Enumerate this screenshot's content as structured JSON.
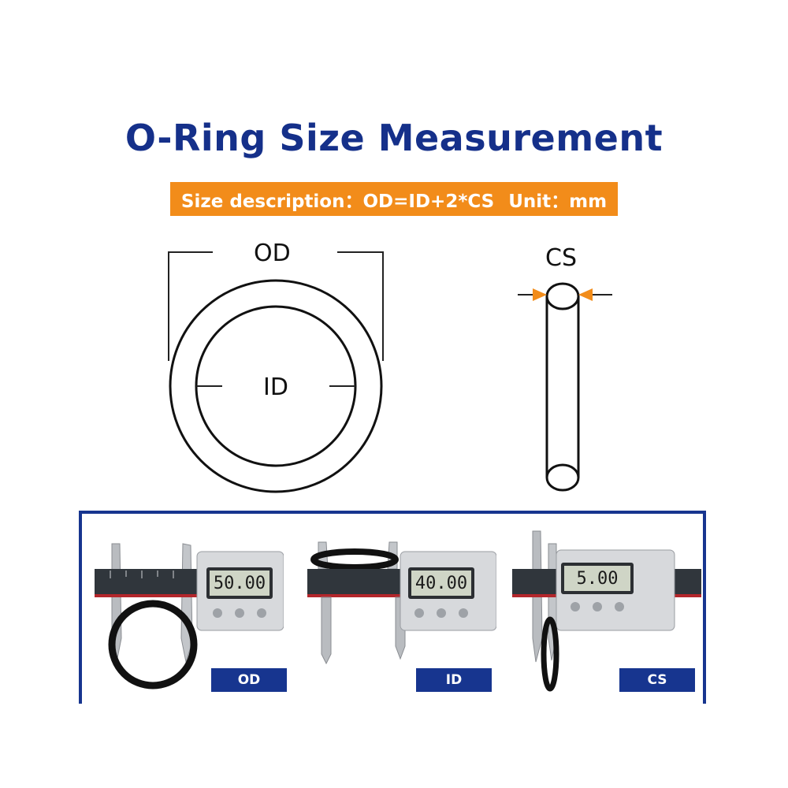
{
  "title": "O-Ring Size Measurement",
  "banner": {
    "formula": "Size description：OD=ID+2*CS",
    "unit": "Unit：mm"
  },
  "diagram": {
    "od_label": "OD",
    "id_label": "ID",
    "cs_label": "CS"
  },
  "photos": [
    {
      "reading": "50.00",
      "tag": "OD"
    },
    {
      "reading": "40.00",
      "tag": "ID"
    },
    {
      "reading": "5.00",
      "tag": "CS"
    }
  ],
  "colors": {
    "title": "#15308a",
    "banner": "#f28c1a",
    "frame": "#17358f",
    "arrow": "#f28c1a"
  }
}
